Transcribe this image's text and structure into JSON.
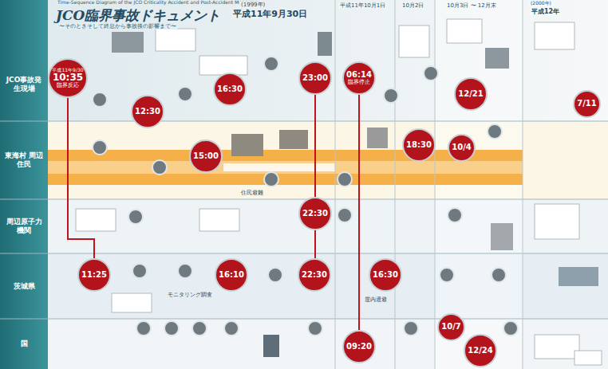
{
  "diagram": {
    "title": "JCO臨界事故ドキュメント",
    "nodes": [
      {
        "text": [
          "JCO事故発生現場"
        ]
      },
      {
        "text": [
          "東海村 周辺住民"
        ]
      },
      {
        "text": [
          "周辺原子力機関"
        ]
      },
      {
        "text": [
          "茨城県"
        ]
      },
      {
        "text": [
          "国"
        ]
      },
      {
        "text": [
          "平成11年9/30",
          "10:35",
          "臨界反応"
        ]
      },
      {
        "text": [
          "16:30"
        ]
      },
      {
        "text": [
          "23:00"
        ]
      },
      {
        "text": [
          "06:14",
          "臨界停止"
        ]
      },
      {
        "text": [
          "12/21"
        ]
      },
      {
        "text": [
          "7/11"
        ]
      },
      {
        "text": [
          "12:30"
        ]
      },
      {
        "text": [
          "15:00"
        ]
      },
      {
        "text": [
          "18:30"
        ]
      },
      {
        "text": [
          "10/4"
        ]
      },
      {
        "text": [
          "22:30"
        ]
      },
      {
        "text": [
          "11:25"
        ]
      },
      {
        "text": [
          "16:10"
        ]
      },
      {
        "text": [
          "22:30"
        ]
      },
      {
        "text": [
          "16:30"
        ]
      },
      {
        "text": [
          "09:20"
        ]
      },
      {
        "text": [
          "10/7"
        ]
      },
      {
        "text": [
          "12/24"
        ]
      }
    ],
    "edges": [
      {
        "from": 5,
        "to": 16,
        "arrow": "none"
      },
      {
        "from": 7,
        "to": 15,
        "arrow": "none"
      },
      {
        "from": 15,
        "to": 18,
        "arrow": "none"
      },
      {
        "from": 8,
        "to": 20,
        "arrow": "none"
      }
    ],
    "labels": [
      "Time-Sequence Diagram of the JCO Criticality Accident and Post-Accident Measures",
      "〜そのときそして終息から事故後の影響まで〜",
      "(1999年)",
      "平成11年9月30日",
      "平成11年10月1日",
      "10月2日",
      "10月3日 〜 12月末",
      "(2000年)",
      "平成12年",
      "モニタリング調査",
      "屋内退避",
      "住民避難"
    ]
  }
}
